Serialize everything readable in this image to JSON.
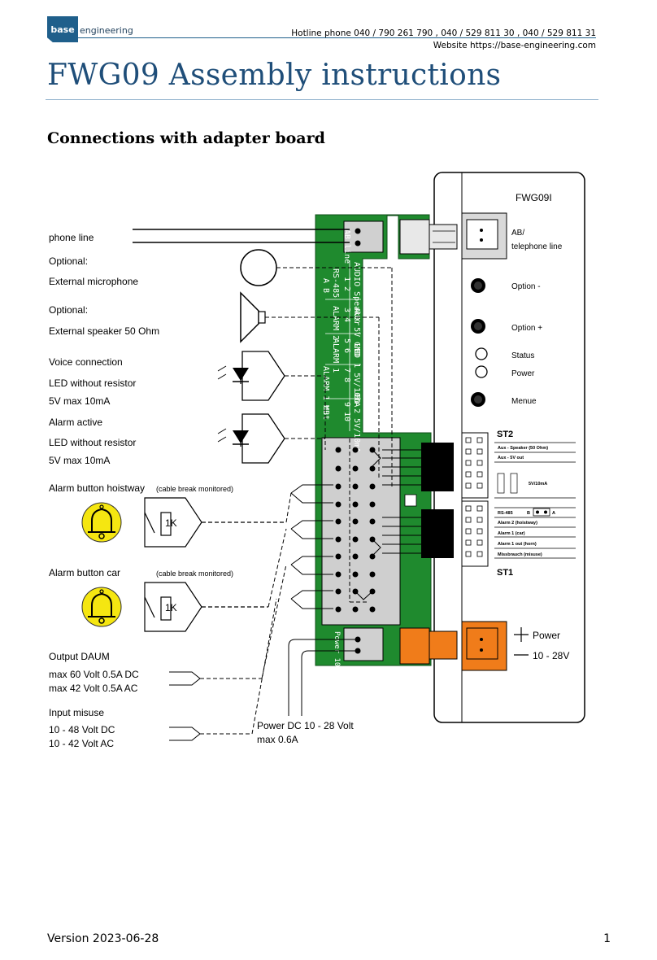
{
  "header": {
    "logo_text": "base",
    "logo_word": "engineering",
    "hotline": "Hotline phone 040 / 790 261 790 ,  040 / 529 811 30 ,  040 / 529 811 31",
    "website": "Website https://base-engineering.com"
  },
  "title": "FWG09 Assembly instructions",
  "section_heading": "Connections with adapter board",
  "diagram": {
    "left_labels": {
      "phone_line": "phone line",
      "optional_1": "Optional:",
      "external_microphone": "External microphone",
      "optional_2": "Optional:",
      "external_speaker": "External speaker 50 Ohm",
      "voice_connection": "Voice connection",
      "led_without_resistor_1": "LED without resistor",
      "led_spec_1": "5V max 10mA",
      "alarm_active": "Alarm active",
      "led_without_resistor_2": "LED without resistor",
      "led_spec_2": "5V max 10mA",
      "alarm_button_hoistway": "Alarm button hoistway",
      "cable_break_1": "(cable break monitored)",
      "alarm_button_car": "Alarm button car",
      "cable_break_2": "(cable break monitored)",
      "resistor_1": "1K",
      "resistor_2": "1K",
      "output_daum": "Output DAUM",
      "output_daum_dc": "max 60 Volt 0.5A DC",
      "output_daum_ac": "max 42 Volt 0.5A AC",
      "input_misuse": "Input misuse",
      "input_misuse_dc": "10 - 48 Volt DC",
      "input_misuse_ac": "10 - 42 Volt AC",
      "power_dc": "Power DC 10 - 28 Volt",
      "power_max": "max 0.6A"
    },
    "pcb_labels": {
      "ab_line": "AB line",
      "col1": "RS-485",
      "col1b": "A   B",
      "col2": "AUDIO Speaker",
      "col2b": "1   2",
      "col3": "AUX 5V GND",
      "col3b": "3   4",
      "col4": "ALARM 2",
      "col5": "LED 1 5V/10mA",
      "col5b": "5   6",
      "col6": "ALARM 1",
      "col7": "ALARM 1 out",
      "col7b": "7   8",
      "col8": "LED 2 5V/10mA",
      "col8b": "9   10",
      "col9": "MB",
      "power": "Power 10-28V"
    },
    "device": {
      "model": "FWG09I",
      "ab_label": "AB/",
      "telephone_line": "telephone line",
      "option_minus": "Option -",
      "option_plus": "Option +",
      "status": "Status",
      "power": "Power",
      "menu": "Menue",
      "st2": "ST2",
      "st2_aux_speaker": "Aux - Speaker (50 Ohm)",
      "st2_aux_5v": "Aux - 5V out",
      "st2_5v10ma": "5V/10mA",
      "rs485": "RS-485",
      "rs485_b": "B",
      "rs485_a": "A",
      "alarm2": "Alarm 2 (hoistway)",
      "alarm1": "Alarm 1 (car)",
      "alarm1_out": "Alarm 1 out (horn)",
      "misuse": "Missbrauch (misuse)",
      "st1": "ST1",
      "power_plus": "Power",
      "power_range": "10 - 28V"
    }
  },
  "footer": {
    "version": "Version 2023-06-28",
    "page": "1"
  },
  "colors": {
    "pcb_green": "#1f8a2e",
    "bell_yellow": "#f5e611",
    "header_blue": "#1f4e79",
    "power_orange": "#f07c1a"
  }
}
